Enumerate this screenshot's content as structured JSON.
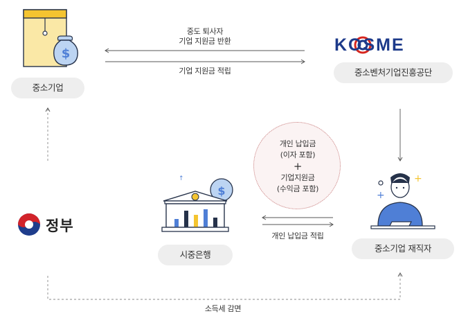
{
  "nodes": {
    "sme": "중소기업",
    "kosme": "중소벤처기업진흥공단",
    "government": "정부",
    "bank": "시중은행",
    "employee": "중소기업 재직자"
  },
  "logo": {
    "kosme_text": "KOSME"
  },
  "flows": {
    "return_line1": "중도 퇴사자",
    "return_line2": "기업 지원금 반환",
    "corp_deposit": "기업 지원금 적립",
    "personal_deposit": "개인 납입금 적립",
    "tax": "소득세 감면"
  },
  "payout": {
    "line1": "개인 납입금",
    "line2": "(이자 포함)",
    "plus": "+",
    "line3": "기업지원금",
    "line4": "(수익금 포함)"
  },
  "colors": {
    "kosme_blue": "#1d3a8a",
    "kosme_red": "#d7261e",
    "gov_blue": "#1f3d8c",
    "gov_red": "#d2232a",
    "gold": "#f4c430",
    "navy": "#26324a",
    "light_blue": "#bcd4f2",
    "shirt_blue": "#4f7fd6",
    "arrow_gray": "#555555"
  }
}
